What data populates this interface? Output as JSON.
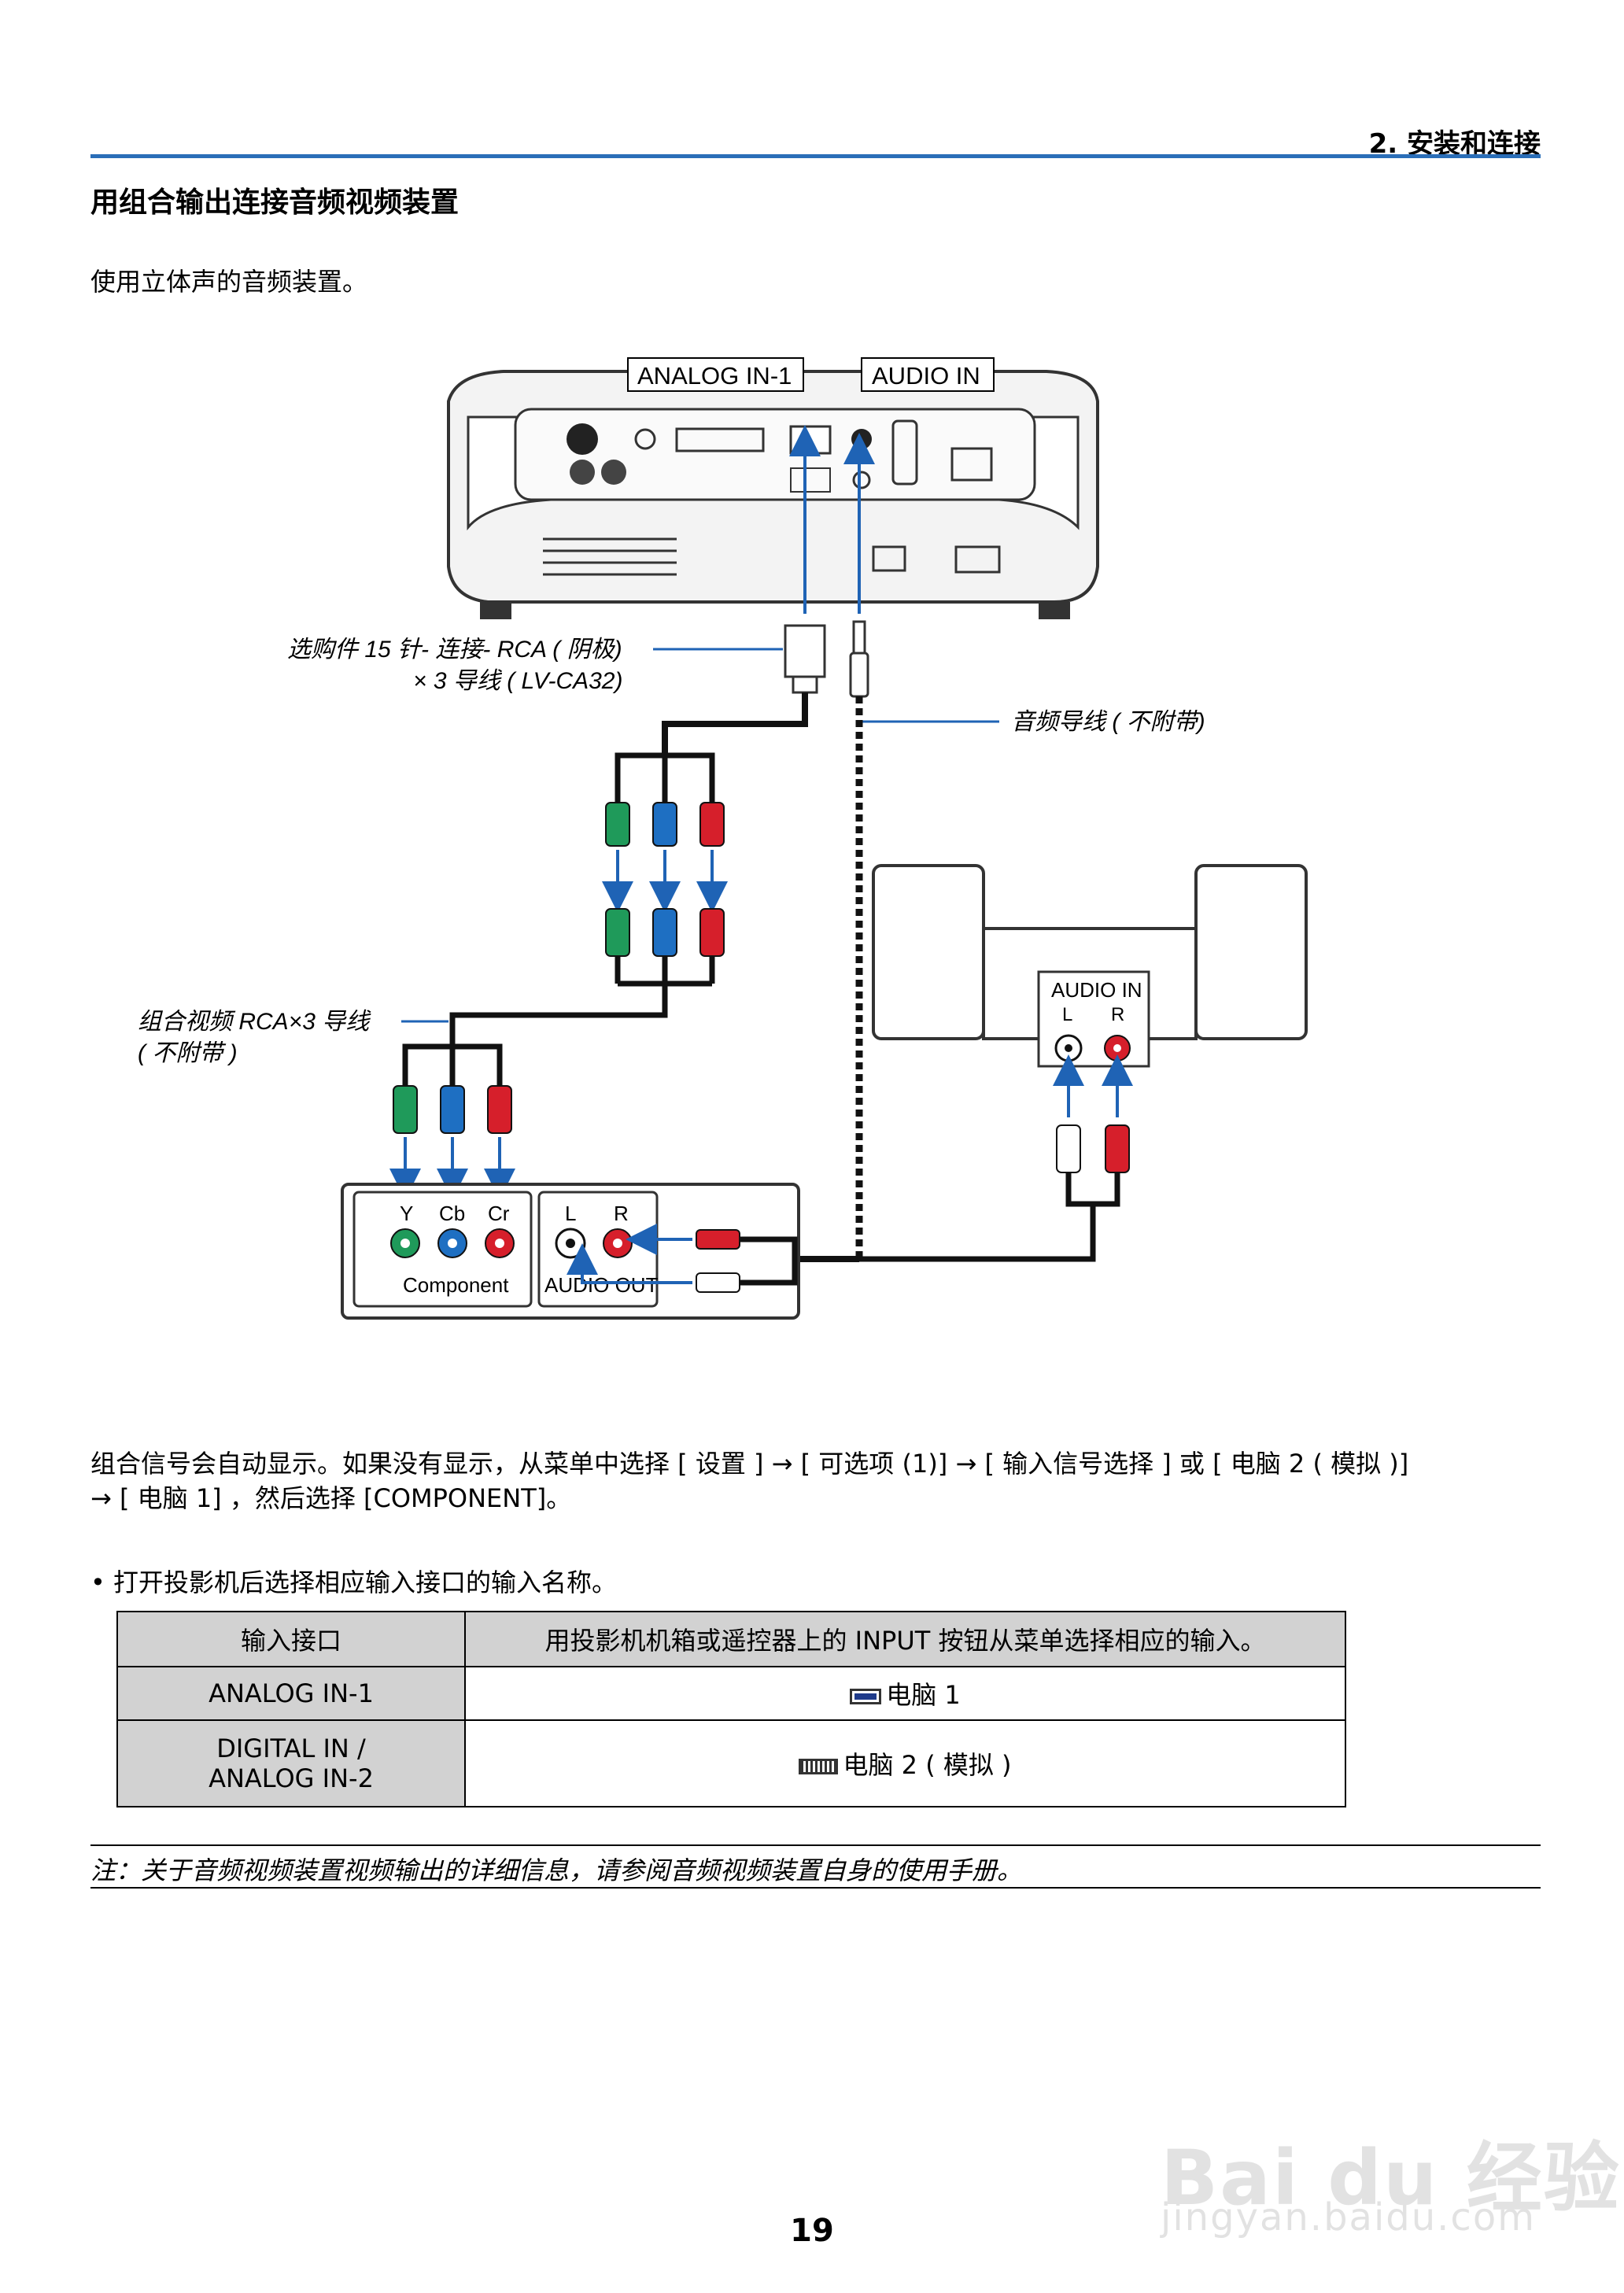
{
  "header": {
    "section_title": "2. 安装和连接"
  },
  "page_heading": "用组合输出连接音频视频装置",
  "intro": "使用立体声的音频装置。",
  "diagram": {
    "port_labels": [
      "ANALOG IN-1",
      "AUDIO IN"
    ],
    "cable_label_line1": "选购件 15 针- 连接- RCA ( 阴极)",
    "cable_label_line2": "× 3 导线 ( LV-CA32)",
    "audio_cable_label": "音频导线 ( 不附带)",
    "component_cable_line1": "组合视频 RCA×3 导线",
    "component_cable_line2": "( 不附带 )",
    "speaker_panel": {
      "title": "AUDIO IN",
      "l": "L",
      "r": "R"
    },
    "av_device": {
      "y": "Y",
      "cb": "Cb",
      "cr": "Cr",
      "component": "Component",
      "l": "L",
      "r": "R",
      "audio_out": "AUDIO OUT"
    },
    "colors": {
      "green": "#1f9a5a",
      "blue": "#1e6fc2",
      "red": "#d61f2b",
      "arrow": "#1f63b5"
    }
  },
  "paragraph_line1": "组合信号会自动显示。如果没有显示，从菜单中选择 [ 设置 ] → [ 可选项 (1)] → [ 输入信号选择 ] 或 [ 电脑 2 ( 模拟 )]",
  "paragraph_line2": "→ [ 电脑 1] ，然后选择 [COMPONENT]。",
  "bullet": "•  打开投影机后选择相应输入接口的输入名称。",
  "table": {
    "header_left": "输入接口",
    "header_right": "用投影机机箱或遥控器上的 INPUT 按钮从菜单选择相应的输入。",
    "rows": [
      {
        "left": "ANALOG IN-1",
        "left2": "",
        "right": "电脑 1",
        "icon": "vga-connector-icon"
      },
      {
        "left": "DIGITAL IN /",
        "left2": "ANALOG IN-2",
        "right": "电脑 2 ( 模拟 )",
        "icon": "dvi-connector-icon"
      }
    ]
  },
  "note": "注：关于音频视频装置视频输出的详细信息，请参阅音频视频装置自身的使用手册。",
  "page_number": "19",
  "watermark": {
    "line1": "Bai du 经验",
    "line2": "jingyan.baidu.com"
  }
}
